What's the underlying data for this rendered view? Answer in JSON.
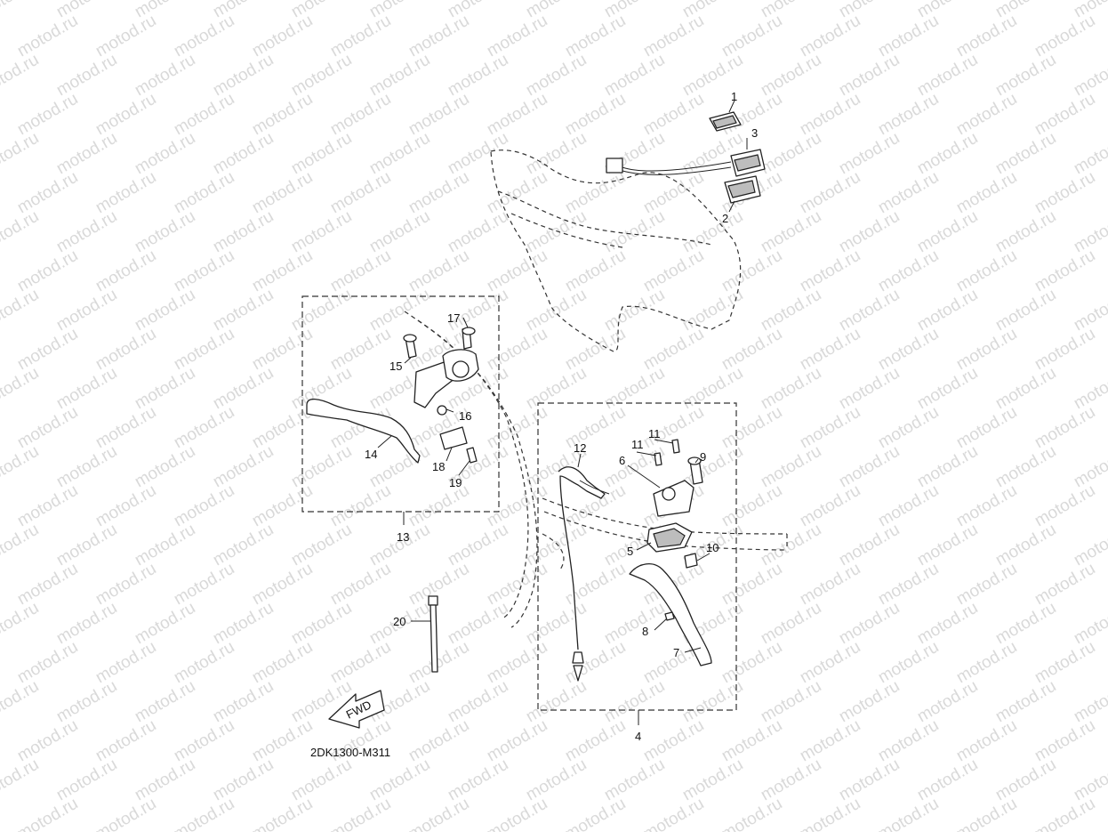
{
  "watermark": "motod.ru",
  "diagram_code": "2DK1300-M311",
  "direction_label": "FWD",
  "callouts": [
    "1",
    "2",
    "3",
    "4",
    "5",
    "6",
    "7",
    "8",
    "9",
    "10",
    "11",
    "11",
    "12",
    "13",
    "14",
    "15",
    "16",
    "17",
    "18",
    "19",
    "20"
  ],
  "colors": {
    "line": "#222222",
    "watermark": "#d9d9d9",
    "background": "#ffffff"
  }
}
